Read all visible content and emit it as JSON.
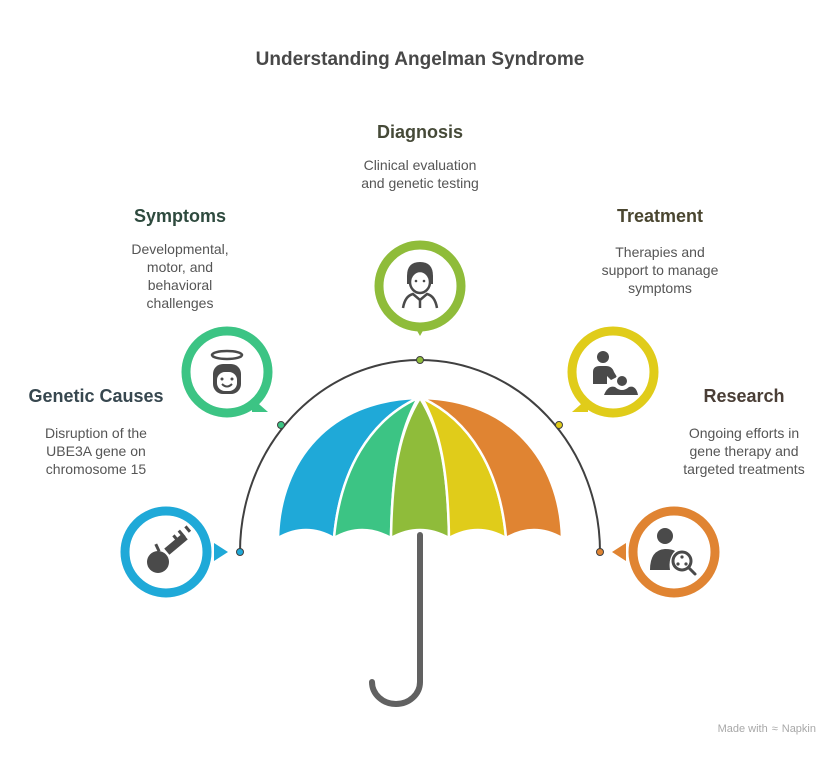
{
  "title": "Understanding Angelman Syndrome",
  "items": [
    {
      "id": "genetic-causes",
      "heading": "Genetic Causes",
      "description": [
        "Disruption of the",
        "UBE3A gene on",
        "chromosome 15"
      ],
      "color": "#1fa9d8",
      "heading_color": "#37474f",
      "icon": "syringe-apple-icon"
    },
    {
      "id": "symptoms",
      "heading": "Symptoms",
      "description": [
        "Developmental,",
        "motor, and",
        "behavioral",
        "challenges"
      ],
      "color": "#3cc484",
      "heading_color": "#2e4a3e",
      "icon": "angel-face-icon"
    },
    {
      "id": "diagnosis",
      "heading": "Diagnosis",
      "description": [
        "Clinical evaluation",
        "and genetic testing"
      ],
      "color": "#8fbc3a",
      "heading_color": "#464a38",
      "icon": "doctor-icon"
    },
    {
      "id": "treatment",
      "heading": "Treatment",
      "description": [
        "Therapies and",
        "support to manage",
        "symptoms"
      ],
      "color": "#e0cc1a",
      "heading_color": "#4a4630",
      "icon": "caregiver-child-icon"
    },
    {
      "id": "research",
      "heading": "Research",
      "description": [
        "Ongoing efforts in",
        "gene therapy and",
        "targeted treatments"
      ],
      "color": "#e08432",
      "heading_color": "#4a3e36",
      "icon": "person-search-icon"
    }
  ],
  "umbrella": {
    "panel_colors": [
      "#1fa9d8",
      "#3cc484",
      "#8fbc3a",
      "#e0cc1a",
      "#e08432"
    ],
    "handle_color": "#616161",
    "arc_color": "#404040"
  },
  "footer": {
    "text": "Made with",
    "brand": "Napkin"
  }
}
